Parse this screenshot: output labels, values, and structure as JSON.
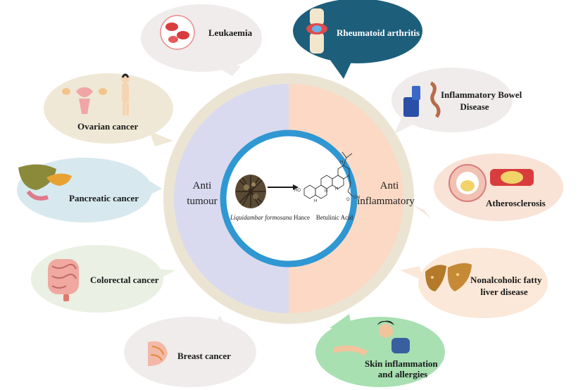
{
  "center": {
    "left_label_line1": "Anti",
    "left_label_line2": "tumour",
    "right_label_line1": "Anti",
    "right_label_line2": "inflammatory",
    "plant_name_italic": "Liquidambar formosana",
    "plant_name_suffix": " Hance",
    "compound_name": "Betulinic Acid",
    "chem_labels": {
      "ho": "HO",
      "h1": "H",
      "h2": "H",
      "h3": "H",
      "h4": "H",
      "oh": "OH",
      "o": "O"
    }
  },
  "bubbles": {
    "leukaemia": "Leukaemia",
    "rheumatoid": "Rheumatoid arthritis",
    "ibd_line1": "Inflammatory Bowel",
    "ibd_line2": "Disease",
    "atherosclerosis": "Atherosclerosis",
    "nafld_line1": "Nonalcoholic fatty",
    "nafld_line2": "liver disease",
    "skin_line1": "Skin inflammation",
    "skin_line2": "and allergies",
    "breast": "Breast cancer",
    "colorectal": "Colorectal cancer",
    "pancreatic": "Pancreatic cancer",
    "ovarian": "Ovarian cancer"
  },
  "colors": {
    "outer_ring": "#ece4d3",
    "tumour_half": "#d9daf0",
    "inflammatory_half": "#fbd9c4",
    "blue_ring": "#2f97d2",
    "rheumatoid_bubble": "#1d5f7b",
    "skin_bubble": "#a8e0b2",
    "pancreatic_bubble": "#d7e9ee",
    "ovarian_bubble": "#efe8d6",
    "atherosclerosis_bubble": "#f8e3d6",
    "nafld_bubble": "#fbe8d8",
    "neutral_bubble": "#efeceb",
    "colorectal_bubble": "#eaf0e3"
  },
  "icons": [
    "red-blood-cells-icon",
    "knee-joint-icon",
    "toilet-intestine-icon",
    "artery-plaque-icon",
    "fatty-liver-icon",
    "scratching-person-icon",
    "breast-tissue-icon",
    "intestine-icon",
    "pancreas-icon",
    "uterus-woman-icon",
    "plant-photo-icon",
    "molecule-structure-icon",
    "arrow-icon"
  ]
}
